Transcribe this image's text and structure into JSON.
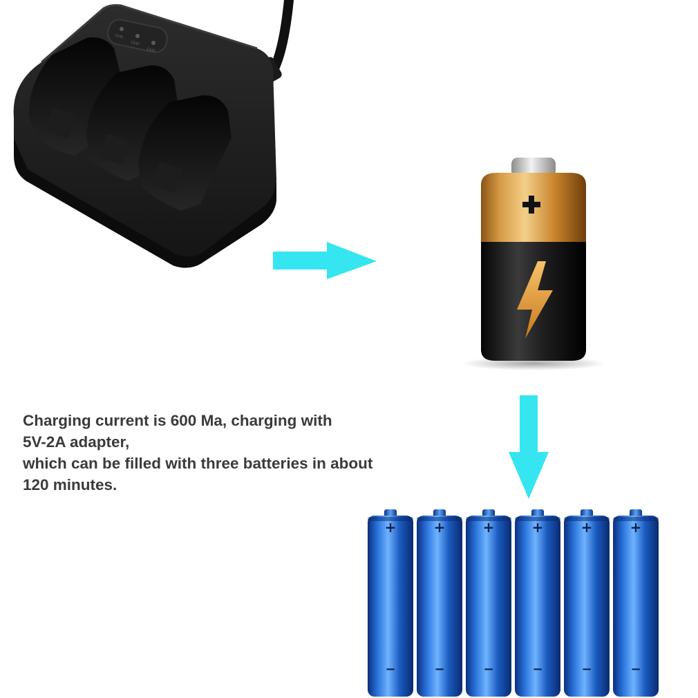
{
  "colors": {
    "arrow": "#35e6f0",
    "charger_body": "#1b1b1b",
    "battery_gold": "#d08a2c",
    "battery_black": "#1c1c1c",
    "aa_blue": "#1d5fc8",
    "text": "#3a3a3a"
  },
  "icons": {
    "charger": "triple-battery-charger-icon",
    "flow_right": "arrow-right-icon",
    "flow_down": "arrow-down-icon",
    "charging_battery": "lightning-battery-icon",
    "aa_battery": "aa-battery-icon"
  },
  "charger": {
    "led_labels": [
      "CH1",
      "CH2",
      "CH3"
    ]
  },
  "big_battery": {
    "plus_symbol": "+"
  },
  "description": {
    "lines": [
      "Charging current is 600 Ma, charging with",
      "5V-2A adapter,",
      "which can be filled with three batteries in about",
      "120 minutes."
    ]
  },
  "battery_row": {
    "count": 6,
    "plus_symbol": "+",
    "minus_symbol": "−"
  }
}
